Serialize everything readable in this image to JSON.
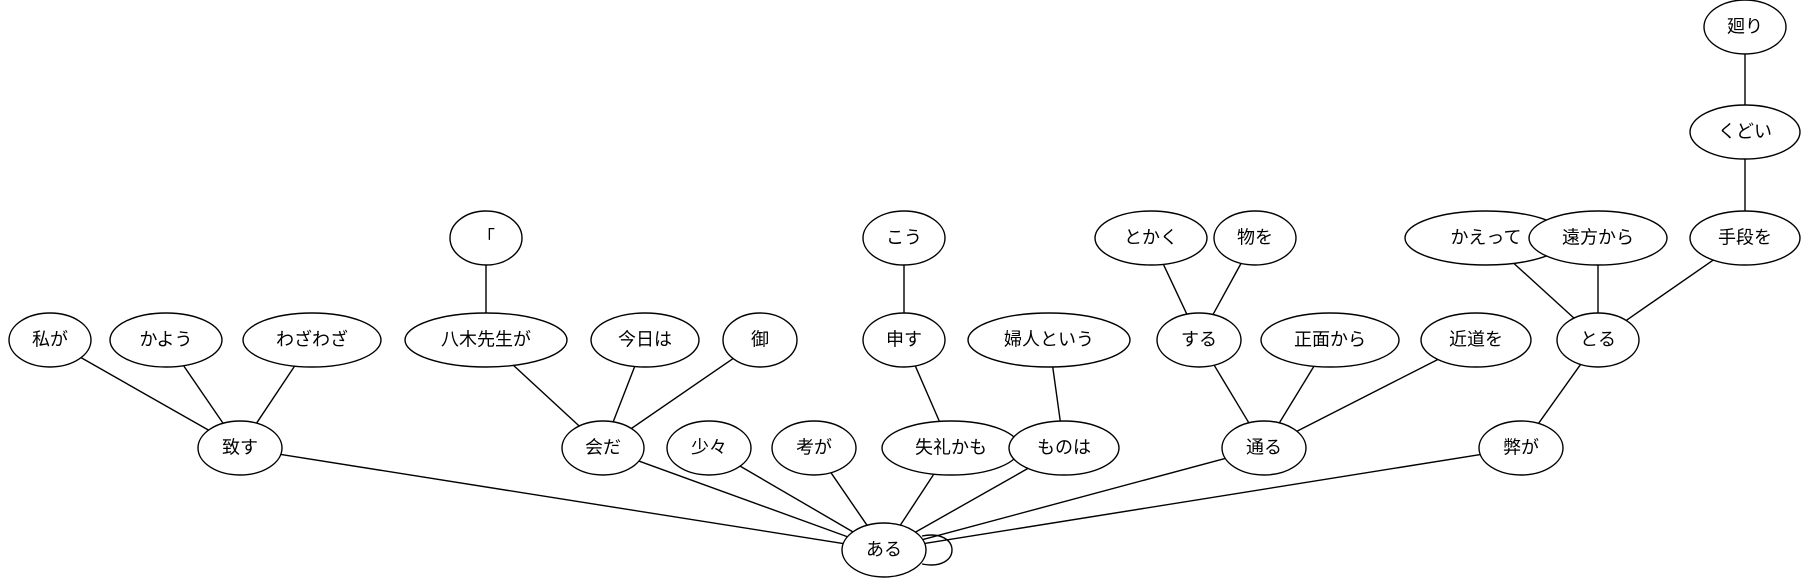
{
  "nodes": [
    {
      "id": "aru",
      "label": "ある"
    },
    {
      "id": "itasu",
      "label": "致す"
    },
    {
      "id": "watashiga",
      "label": "私が"
    },
    {
      "id": "kayou",
      "label": "かよう"
    },
    {
      "id": "wazawaza",
      "label": "わざわざ"
    },
    {
      "id": "aida",
      "label": "会だ"
    },
    {
      "id": "yagi",
      "label": "八木先生が"
    },
    {
      "id": "kagi",
      "label": "「"
    },
    {
      "id": "kyouwa",
      "label": "今日は"
    },
    {
      "id": "on",
      "label": "御"
    },
    {
      "id": "shoushou",
      "label": "少々"
    },
    {
      "id": "kangaega",
      "label": "考が"
    },
    {
      "id": "shitsurei",
      "label": "失礼かも"
    },
    {
      "id": "mousu",
      "label": "申す"
    },
    {
      "id": "kou",
      "label": "こう"
    },
    {
      "id": "monowa",
      "label": "ものは"
    },
    {
      "id": "fujin",
      "label": "婦人という"
    },
    {
      "id": "tooru",
      "label": "通る"
    },
    {
      "id": "suru",
      "label": "する"
    },
    {
      "id": "tokaku",
      "label": "とかく"
    },
    {
      "id": "monoo",
      "label": "物を"
    },
    {
      "id": "shoumen",
      "label": "正面から"
    },
    {
      "id": "chikamichi",
      "label": "近道を"
    },
    {
      "id": "heiga",
      "label": "弊が"
    },
    {
      "id": "toru",
      "label": "とる"
    },
    {
      "id": "kaette",
      "label": "かえって"
    },
    {
      "id": "enpou",
      "label": "遠方から"
    },
    {
      "id": "shudan",
      "label": "手段を"
    },
    {
      "id": "kudoi",
      "label": "くどい"
    },
    {
      "id": "mawari",
      "label": "廻り"
    }
  ],
  "edges": [
    [
      "itasu",
      "aru"
    ],
    [
      "aida",
      "aru"
    ],
    [
      "shoushou",
      "aru"
    ],
    [
      "kangaega",
      "aru"
    ],
    [
      "shitsurei",
      "aru"
    ],
    [
      "monowa",
      "aru"
    ],
    [
      "tooru",
      "aru"
    ],
    [
      "heiga",
      "aru"
    ],
    [
      "watashiga",
      "itasu"
    ],
    [
      "kayou",
      "itasu"
    ],
    [
      "wazawaza",
      "itasu"
    ],
    [
      "yagi",
      "aida"
    ],
    [
      "kyouwa",
      "aida"
    ],
    [
      "on",
      "aida"
    ],
    [
      "kagi",
      "yagi"
    ],
    [
      "mousu",
      "shitsurei"
    ],
    [
      "kou",
      "mousu"
    ],
    [
      "fujin",
      "monowa"
    ],
    [
      "suru",
      "tooru"
    ],
    [
      "shoumen",
      "tooru"
    ],
    [
      "chikamichi",
      "tooru"
    ],
    [
      "tokaku",
      "suru"
    ],
    [
      "monoo",
      "suru"
    ],
    [
      "toru",
      "heiga"
    ],
    [
      "kaette",
      "toru"
    ],
    [
      "enpou",
      "toru"
    ],
    [
      "shudan",
      "toru"
    ],
    [
      "kudoi",
      "shudan"
    ],
    [
      "mawari",
      "kudoi"
    ]
  ],
  "self_loops": [
    "aru"
  ]
}
